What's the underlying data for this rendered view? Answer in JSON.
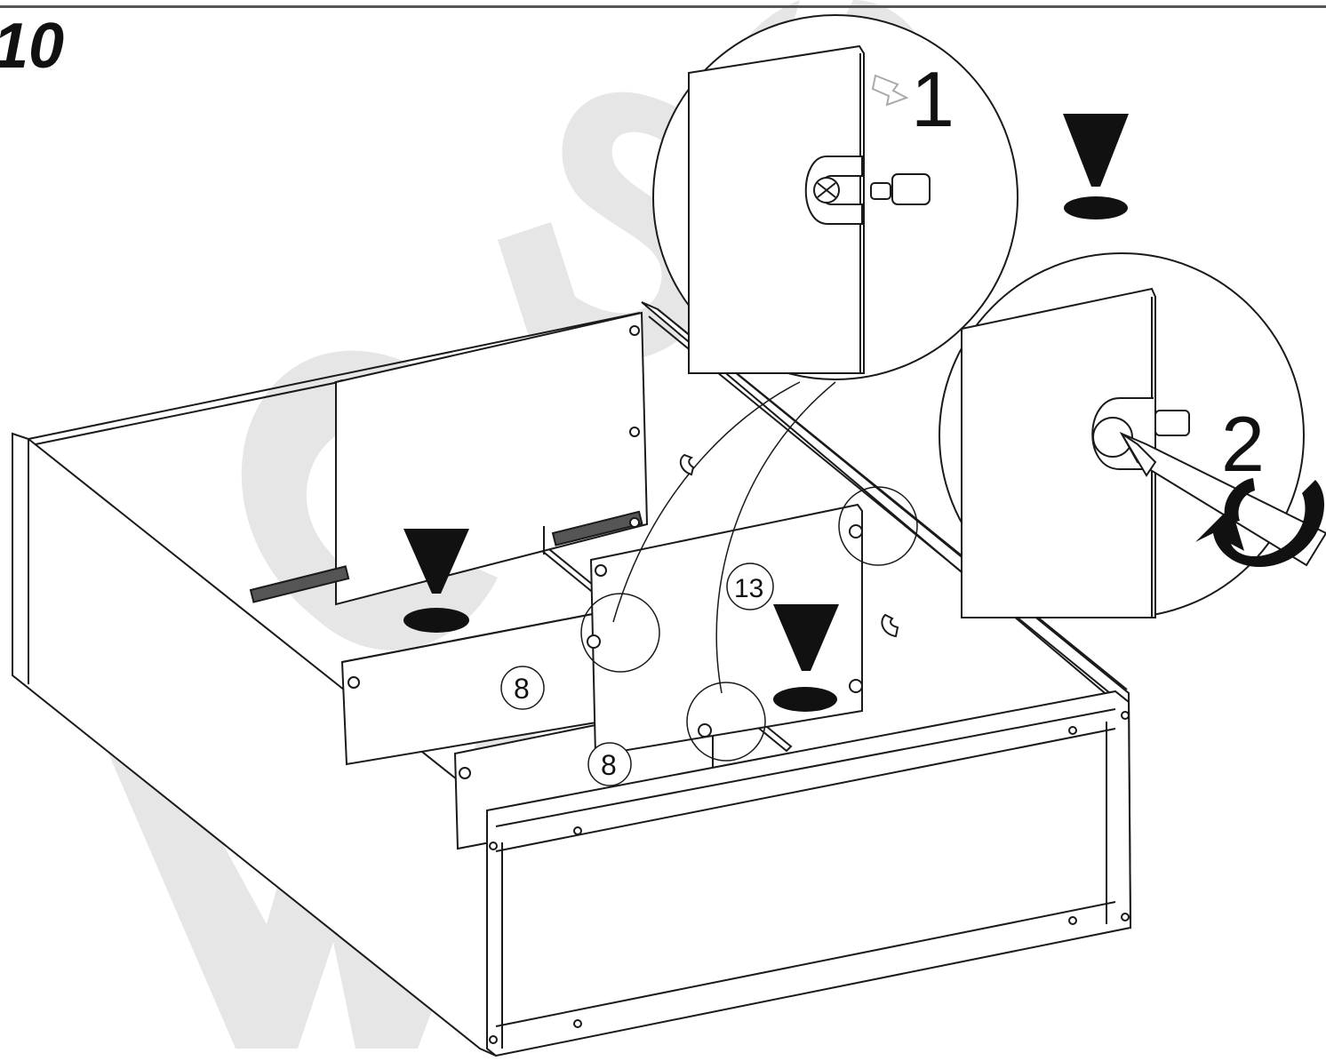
{
  "step_number": "10",
  "watermark": "WGISO",
  "detail_1": {
    "number": "1"
  },
  "detail_2": {
    "number": "2"
  },
  "parts": {
    "front_panel": "8",
    "back_panel": "8",
    "divider": "13"
  },
  "colors": {
    "watermark": "#e4e4e4",
    "line": "#1a1a1a",
    "background": "#ffffff"
  },
  "icons": [
    "attention-icon",
    "attention-icon",
    "attention-icon",
    "attention-icon",
    "rotate-arrow-icon",
    "screwdriver-icon",
    "cam-lock-icon",
    "dowel-icon"
  ]
}
